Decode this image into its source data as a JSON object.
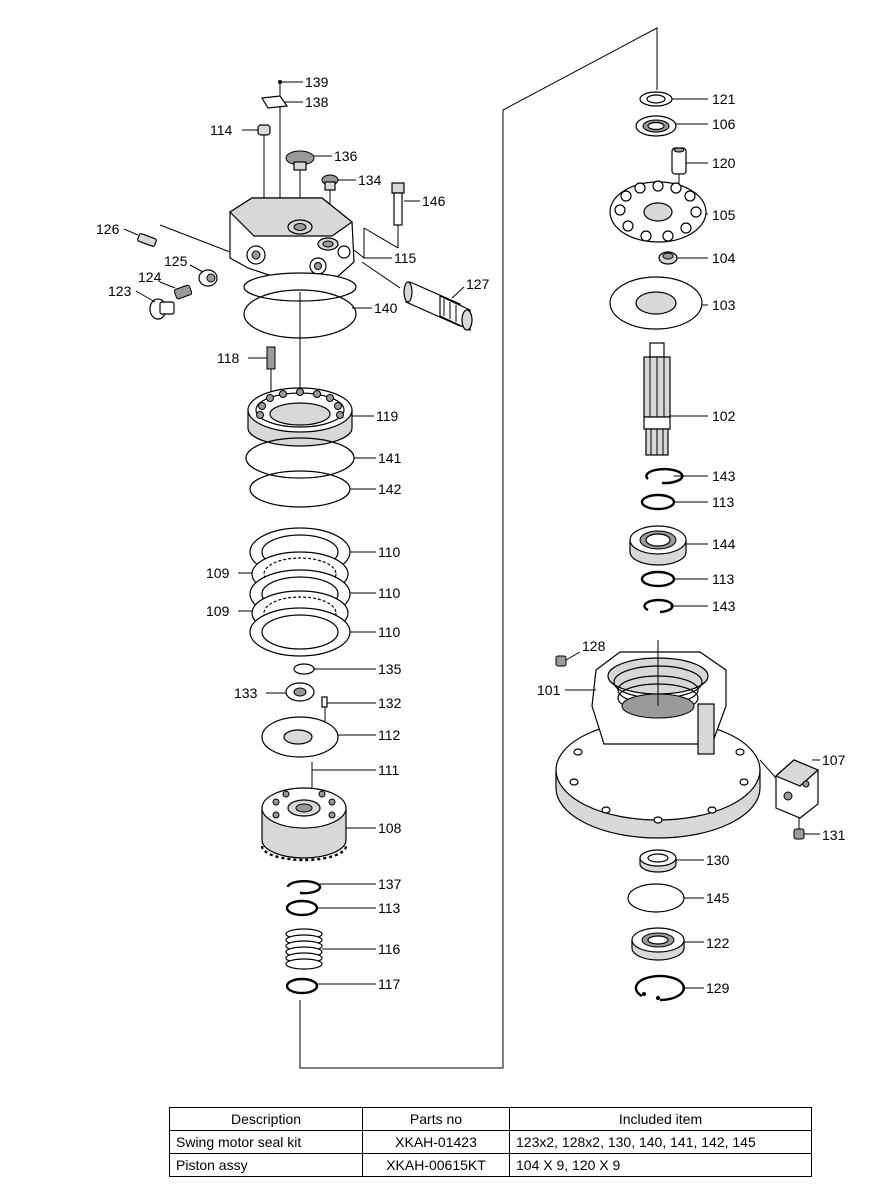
{
  "labels": {
    "p101": "101",
    "p102": "102",
    "p103": "103",
    "p104": "104",
    "p105": "105",
    "p106": "106",
    "p107": "107",
    "p108": "108",
    "p109a": "109",
    "p109b": "109",
    "p110a": "110",
    "p110b": "110",
    "p110c": "110",
    "p111": "111",
    "p112": "112",
    "p113a": "113",
    "p113b": "113",
    "p113c": "113",
    "p114": "114",
    "p115": "115",
    "p116": "116",
    "p117": "117",
    "p118": "118",
    "p119": "119",
    "p120": "120",
    "p121": "121",
    "p122": "122",
    "p123": "123",
    "p124": "124",
    "p125": "125",
    "p126": "126",
    "p127": "127",
    "p128": "128",
    "p129": "129",
    "p130": "130",
    "p131": "131",
    "p132": "132",
    "p133": "133",
    "p134": "134",
    "p135": "135",
    "p136": "136",
    "p137": "137",
    "p138": "138",
    "p139": "139",
    "p140": "140",
    "p141": "141",
    "p142": "142",
    "p143a": "143",
    "p143b": "143",
    "p144": "144",
    "p145": "145",
    "p146": "146"
  },
  "table": {
    "headers": [
      "Description",
      "Parts no",
      "Included item"
    ],
    "rows": [
      [
        "Swing motor seal kit",
        "XKAH-01423",
        "123x2, 128x2, 130, 140, 141, 142, 145"
      ],
      [
        "Piston assy",
        "XKAH-00615KT",
        "104 X 9, 120 X 9"
      ]
    ]
  }
}
